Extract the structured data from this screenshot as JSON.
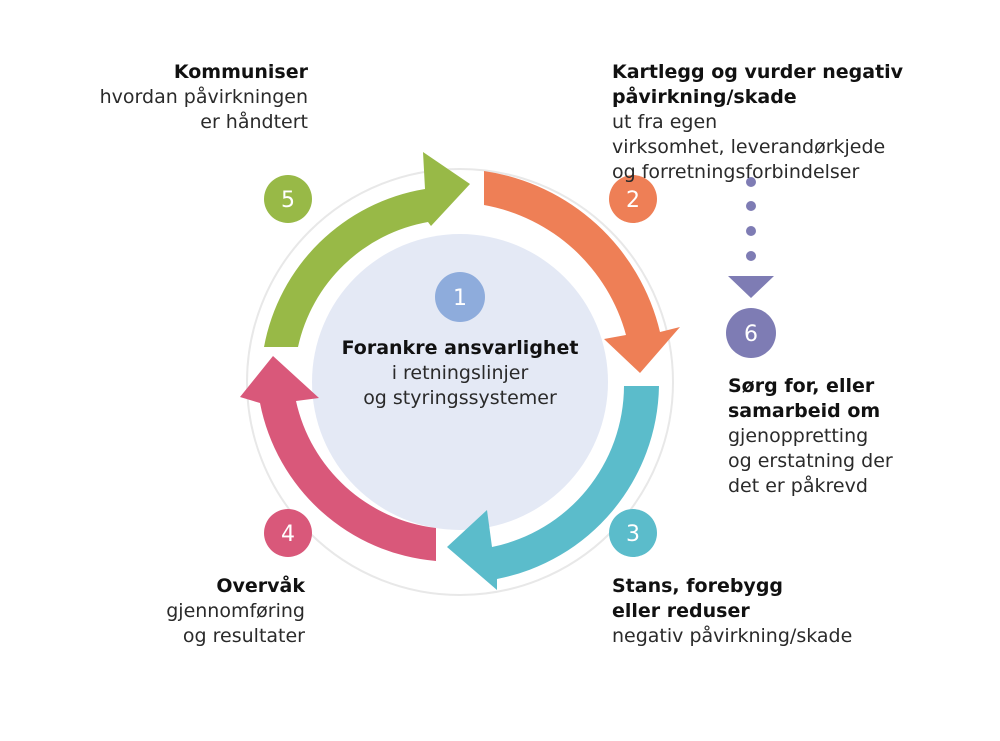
{
  "center": {
    "number": "1",
    "title": "Forankre ansvarlighet",
    "line2": "i retningslinjer",
    "line3": "og styringssystemer"
  },
  "steps": {
    "s2": {
      "number": "2",
      "bold1": "Kartlegg og vurder negativ",
      "bold2": "påvirkning/skade",
      "rest2": " ut fra egen",
      "line3": "virksomhet, leverandørkjede",
      "line4": "og forretningsforbindelser"
    },
    "s3": {
      "number": "3",
      "bold1": "Stans, forebygg",
      "bold2": "eller reduser",
      "line3": "negativ påvirkning/skade"
    },
    "s4": {
      "number": "4",
      "bold1": "Overvåk",
      "line2": "gjennomføring",
      "line3": "og resultater"
    },
    "s5": {
      "number": "5",
      "bold1": "Kommuniser",
      "line2": "hvordan påvirkningen",
      "line3": "er håndtert"
    },
    "s6": {
      "number": "6",
      "bold1": "Sørg for, eller",
      "bold2": "samarbeid om",
      "line3": "gjenoppretting",
      "line4": "og erstatning der",
      "line5": "det er påkrevd"
    }
  },
  "colors": {
    "step2": "#ee7f56",
    "step3": "#5bbccb",
    "step4": "#d9587a",
    "step5": "#98b947",
    "step6": "#7e7cb4",
    "center_fill": "#e4e9f5",
    "center_badge": "#8eacdc",
    "ring": "#e6e6e6"
  }
}
